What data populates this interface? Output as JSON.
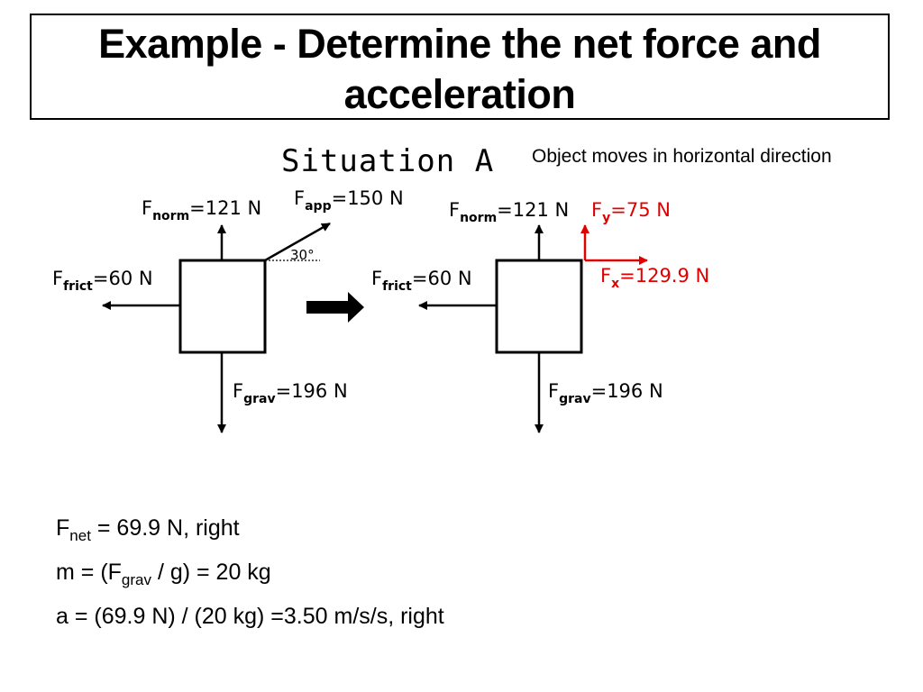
{
  "title": "Example - Determine the net force and acceleration",
  "situation_label": "Situation A",
  "note": "Object moves in horizontal direction",
  "left_diagram": {
    "norm": {
      "base": "F",
      "sub": "norm",
      "rest": "=121 N"
    },
    "app": {
      "base": "F",
      "sub": "app",
      "rest": "=150 N"
    },
    "angle": "30°",
    "frict": {
      "base": "F",
      "sub": "frict",
      "rest": "=60 N"
    },
    "grav": {
      "base": "F",
      "sub": "grav",
      "rest": "=196 N"
    }
  },
  "right_diagram": {
    "norm": {
      "base": "F",
      "sub": "norm",
      "rest": "=121 N"
    },
    "fy": {
      "base": "F",
      "sub": "y",
      "rest": "=75 N"
    },
    "fx": {
      "base": "F",
      "sub": "x",
      "rest": "=129.9 N"
    },
    "frict": {
      "base": "F",
      "sub": "frict",
      "rest": "=60 N"
    },
    "grav": {
      "base": "F",
      "sub": "grav",
      "rest": "=196 N"
    }
  },
  "colors": {
    "component_arrows": "#e00000",
    "ink": "#000000"
  },
  "results": {
    "line1": {
      "base": "F",
      "sub": "net",
      "rest": " =  69.9 N, right"
    },
    "line2": {
      "pre": "m = (F",
      "sub": "grav",
      "rest": " / g) = 20 kg"
    },
    "line3": "a = (69.9 N) / (20 kg) =3.50 m/s/s, right"
  }
}
